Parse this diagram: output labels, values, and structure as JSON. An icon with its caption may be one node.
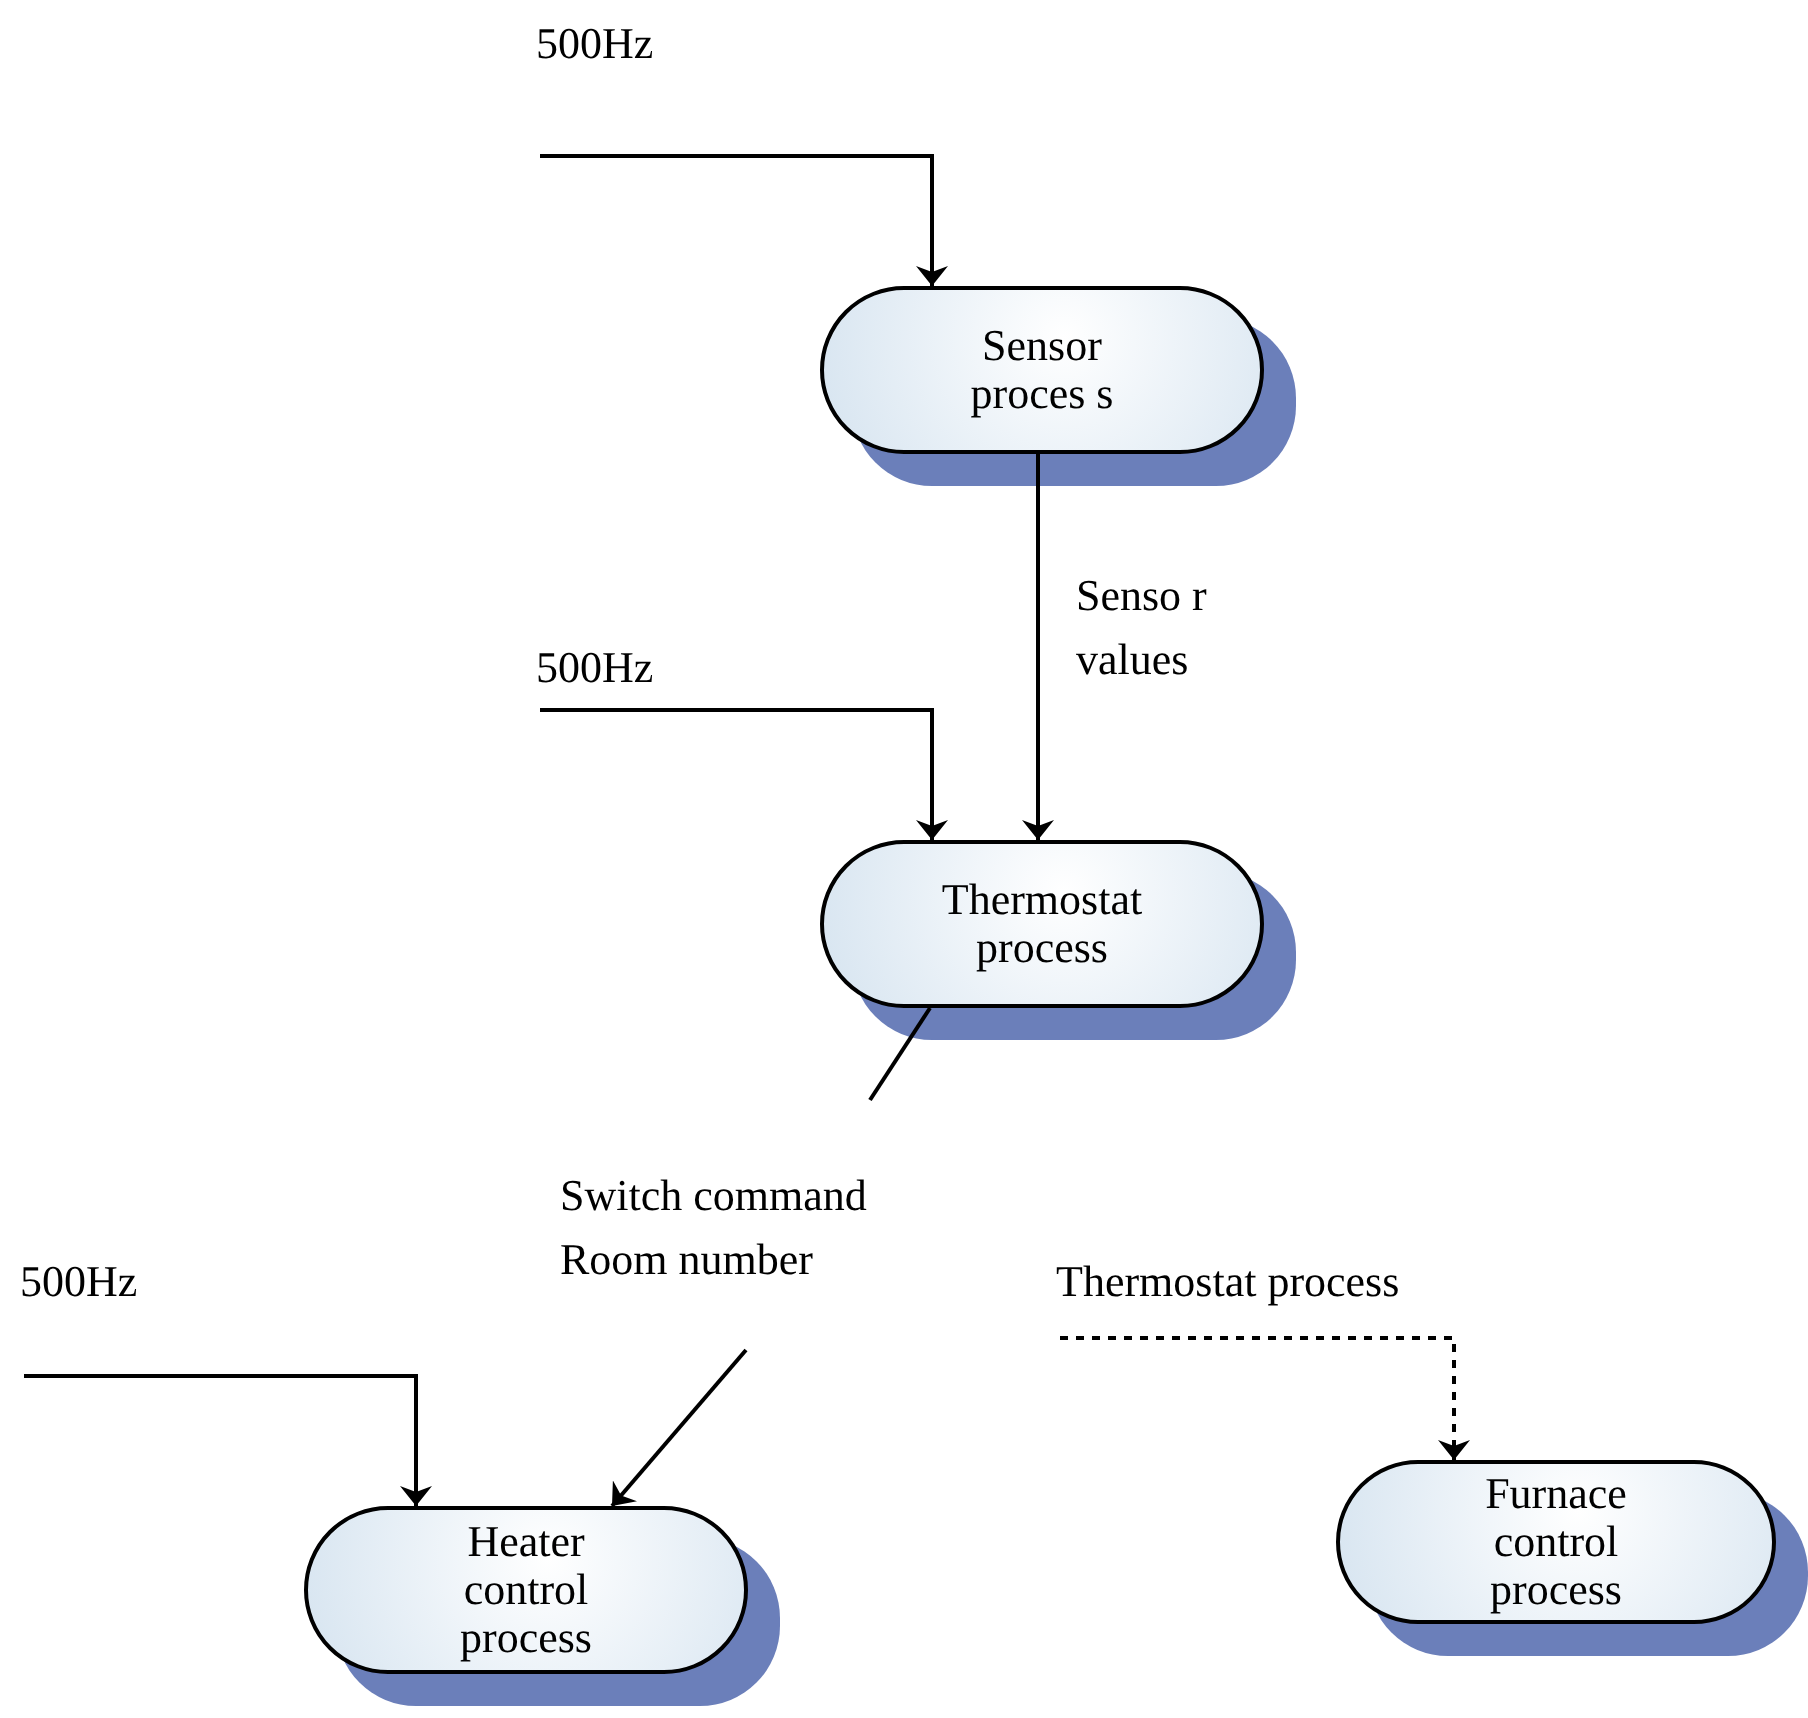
{
  "diagram": {
    "nodes": [
      {
        "text": [
          "Sensor proces s"
        ]
      },
      {
        "text": [
          "Thermostat process"
        ]
      },
      {
        "text": [
          "Heater control process"
        ]
      },
      {
        "text": [
          "Furnace control process"
        ]
      }
    ],
    "edges": [
      {
        "from": null,
        "to": 0,
        "arrow": "to",
        "label": "500Hz"
      },
      {
        "from": 0,
        "to": 1,
        "arrow": "to",
        "label": "Senso r values"
      },
      {
        "from": null,
        "to": 1,
        "arrow": "to",
        "label": "500Hz"
      },
      {
        "from": 1,
        "to": null,
        "arrow": "none"
      },
      {
        "from": null,
        "to": 2,
        "arrow": "to",
        "label": "500Hz"
      },
      {
        "from": null,
        "to": 2,
        "arrow": "to",
        "label": "Switch command Room number"
      },
      {
        "from": null,
        "to": 3,
        "arrow": "to",
        "label": "Thermostat process",
        "style": "dashed"
      }
    ]
  }
}
